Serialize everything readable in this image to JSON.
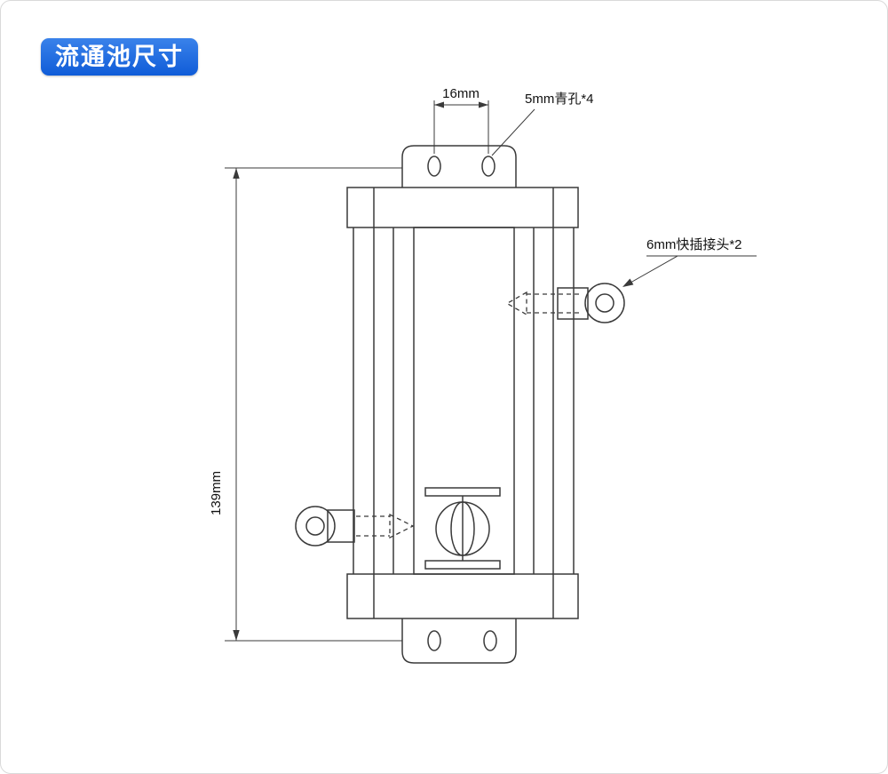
{
  "page": {
    "badge": "流通池尺寸"
  },
  "diagram": {
    "dim_width": "16mm",
    "label_holes": "5mm青孔*4",
    "label_fittings": "6mm快插接头*2",
    "dim_height": "139mm"
  },
  "colors": {
    "badge_bg": "#0f5cd8",
    "badge_bg_light": "#3a82ea",
    "badge_text": "#ffffff",
    "line": "#3a3a3a",
    "fill_light": "#f1f1f1",
    "fill_tube": "#ececec",
    "page_border": "#d9d9d9",
    "background": "#ffffff"
  }
}
